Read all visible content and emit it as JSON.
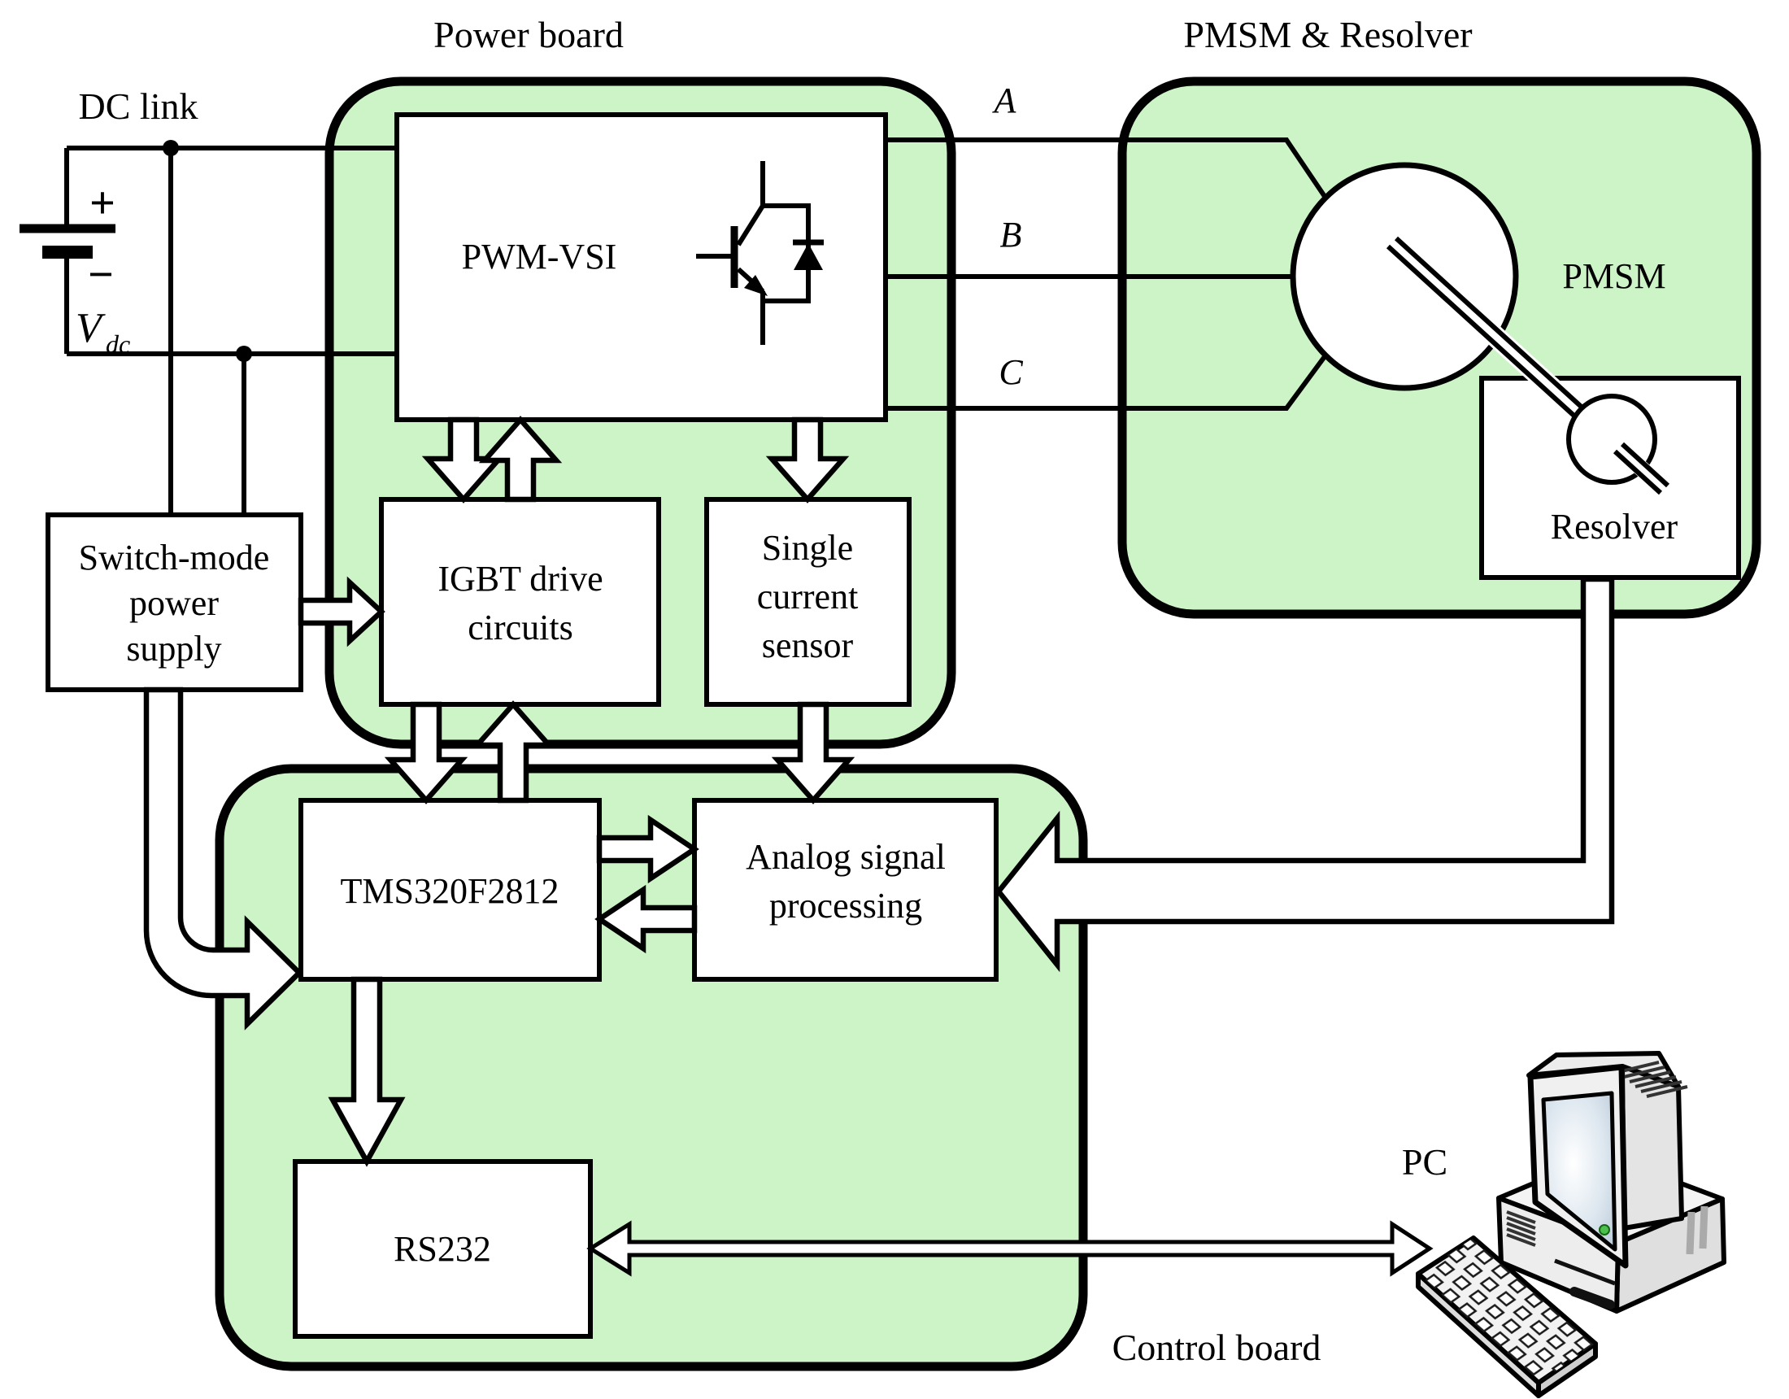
{
  "labels": {
    "power_board": "Power board",
    "pmsm_resolver": "PMSM & Resolver",
    "dc_link": "DC link",
    "control_board": "Control board",
    "pc": "PC",
    "pmsm": "PMSM",
    "resolver": "Resolver",
    "phase_a": "A",
    "phase_b": "B",
    "phase_c": "C",
    "battery_plus": "+",
    "battery_minus": "−",
    "vdc_main": "V",
    "vdc_sub": "dc"
  },
  "blocks": {
    "pwm_vsi": {
      "label": "PWM-VSI"
    },
    "igbt_drive": {
      "line1": "IGBT drive",
      "line2": "circuits"
    },
    "current_sensor": {
      "line1": "Single",
      "line2": "current",
      "line3": "sensor"
    },
    "smps": {
      "line1": "Switch-mode",
      "line2": "power",
      "line3": "supply"
    },
    "dsp": {
      "label": "TMS320F2812"
    },
    "analog": {
      "line1": "Analog signal",
      "line2": "processing"
    },
    "rs232": {
      "label": "RS232"
    }
  },
  "icons": {
    "igbt_transistor": "igbt-with-antiparallel-diode-icon",
    "battery": "dc-source-battery-icon",
    "motor": "pmsm-stator-circle-icon",
    "resolver_rotor": "resolver-rotor-circle-icon",
    "computer": "desktop-pc-icon"
  },
  "colors": {
    "board_fill": "#cdf4c6",
    "outline": "#000000",
    "box_fill": "#ffffff",
    "led": "#4cc04c"
  }
}
